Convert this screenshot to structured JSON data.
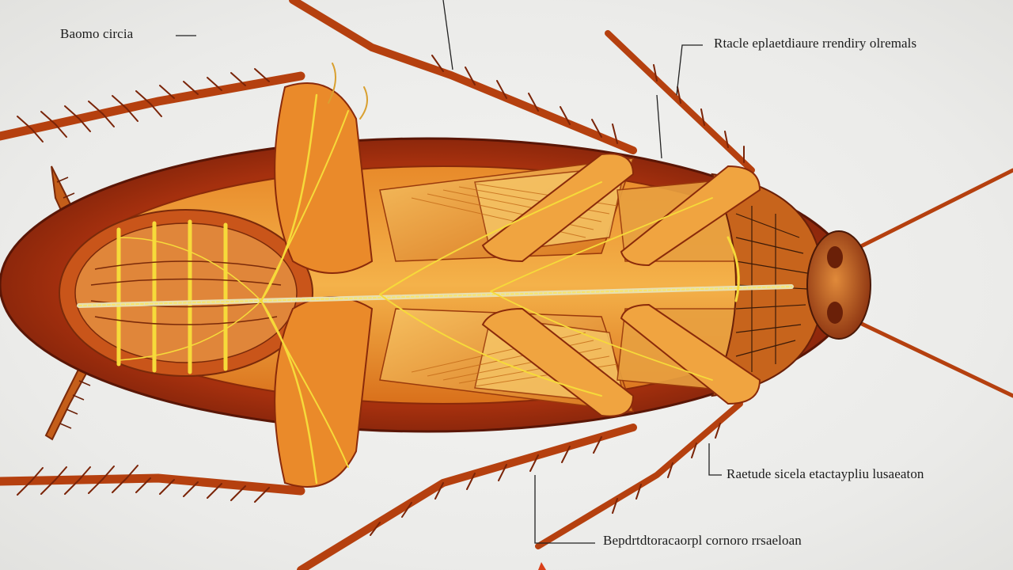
{
  "labels": {
    "top_left": "Baomo circia",
    "top_right": "Rtacle eplaetdiaure rrendiry olremals",
    "right_mid": "Raetude sicela etactaypliu lusaeaton",
    "bottom": "Bepdrtdtoracaorpl cornoro rrsaeloan"
  },
  "colors": {
    "background": "#ebebe9",
    "shell": "#a8300f",
    "body_orange": "#e07a1c",
    "muscle_light": "#f2b454",
    "nerve_yellow": "#f6da3a",
    "leg": "#b5400f",
    "leader_line": "#222222"
  }
}
